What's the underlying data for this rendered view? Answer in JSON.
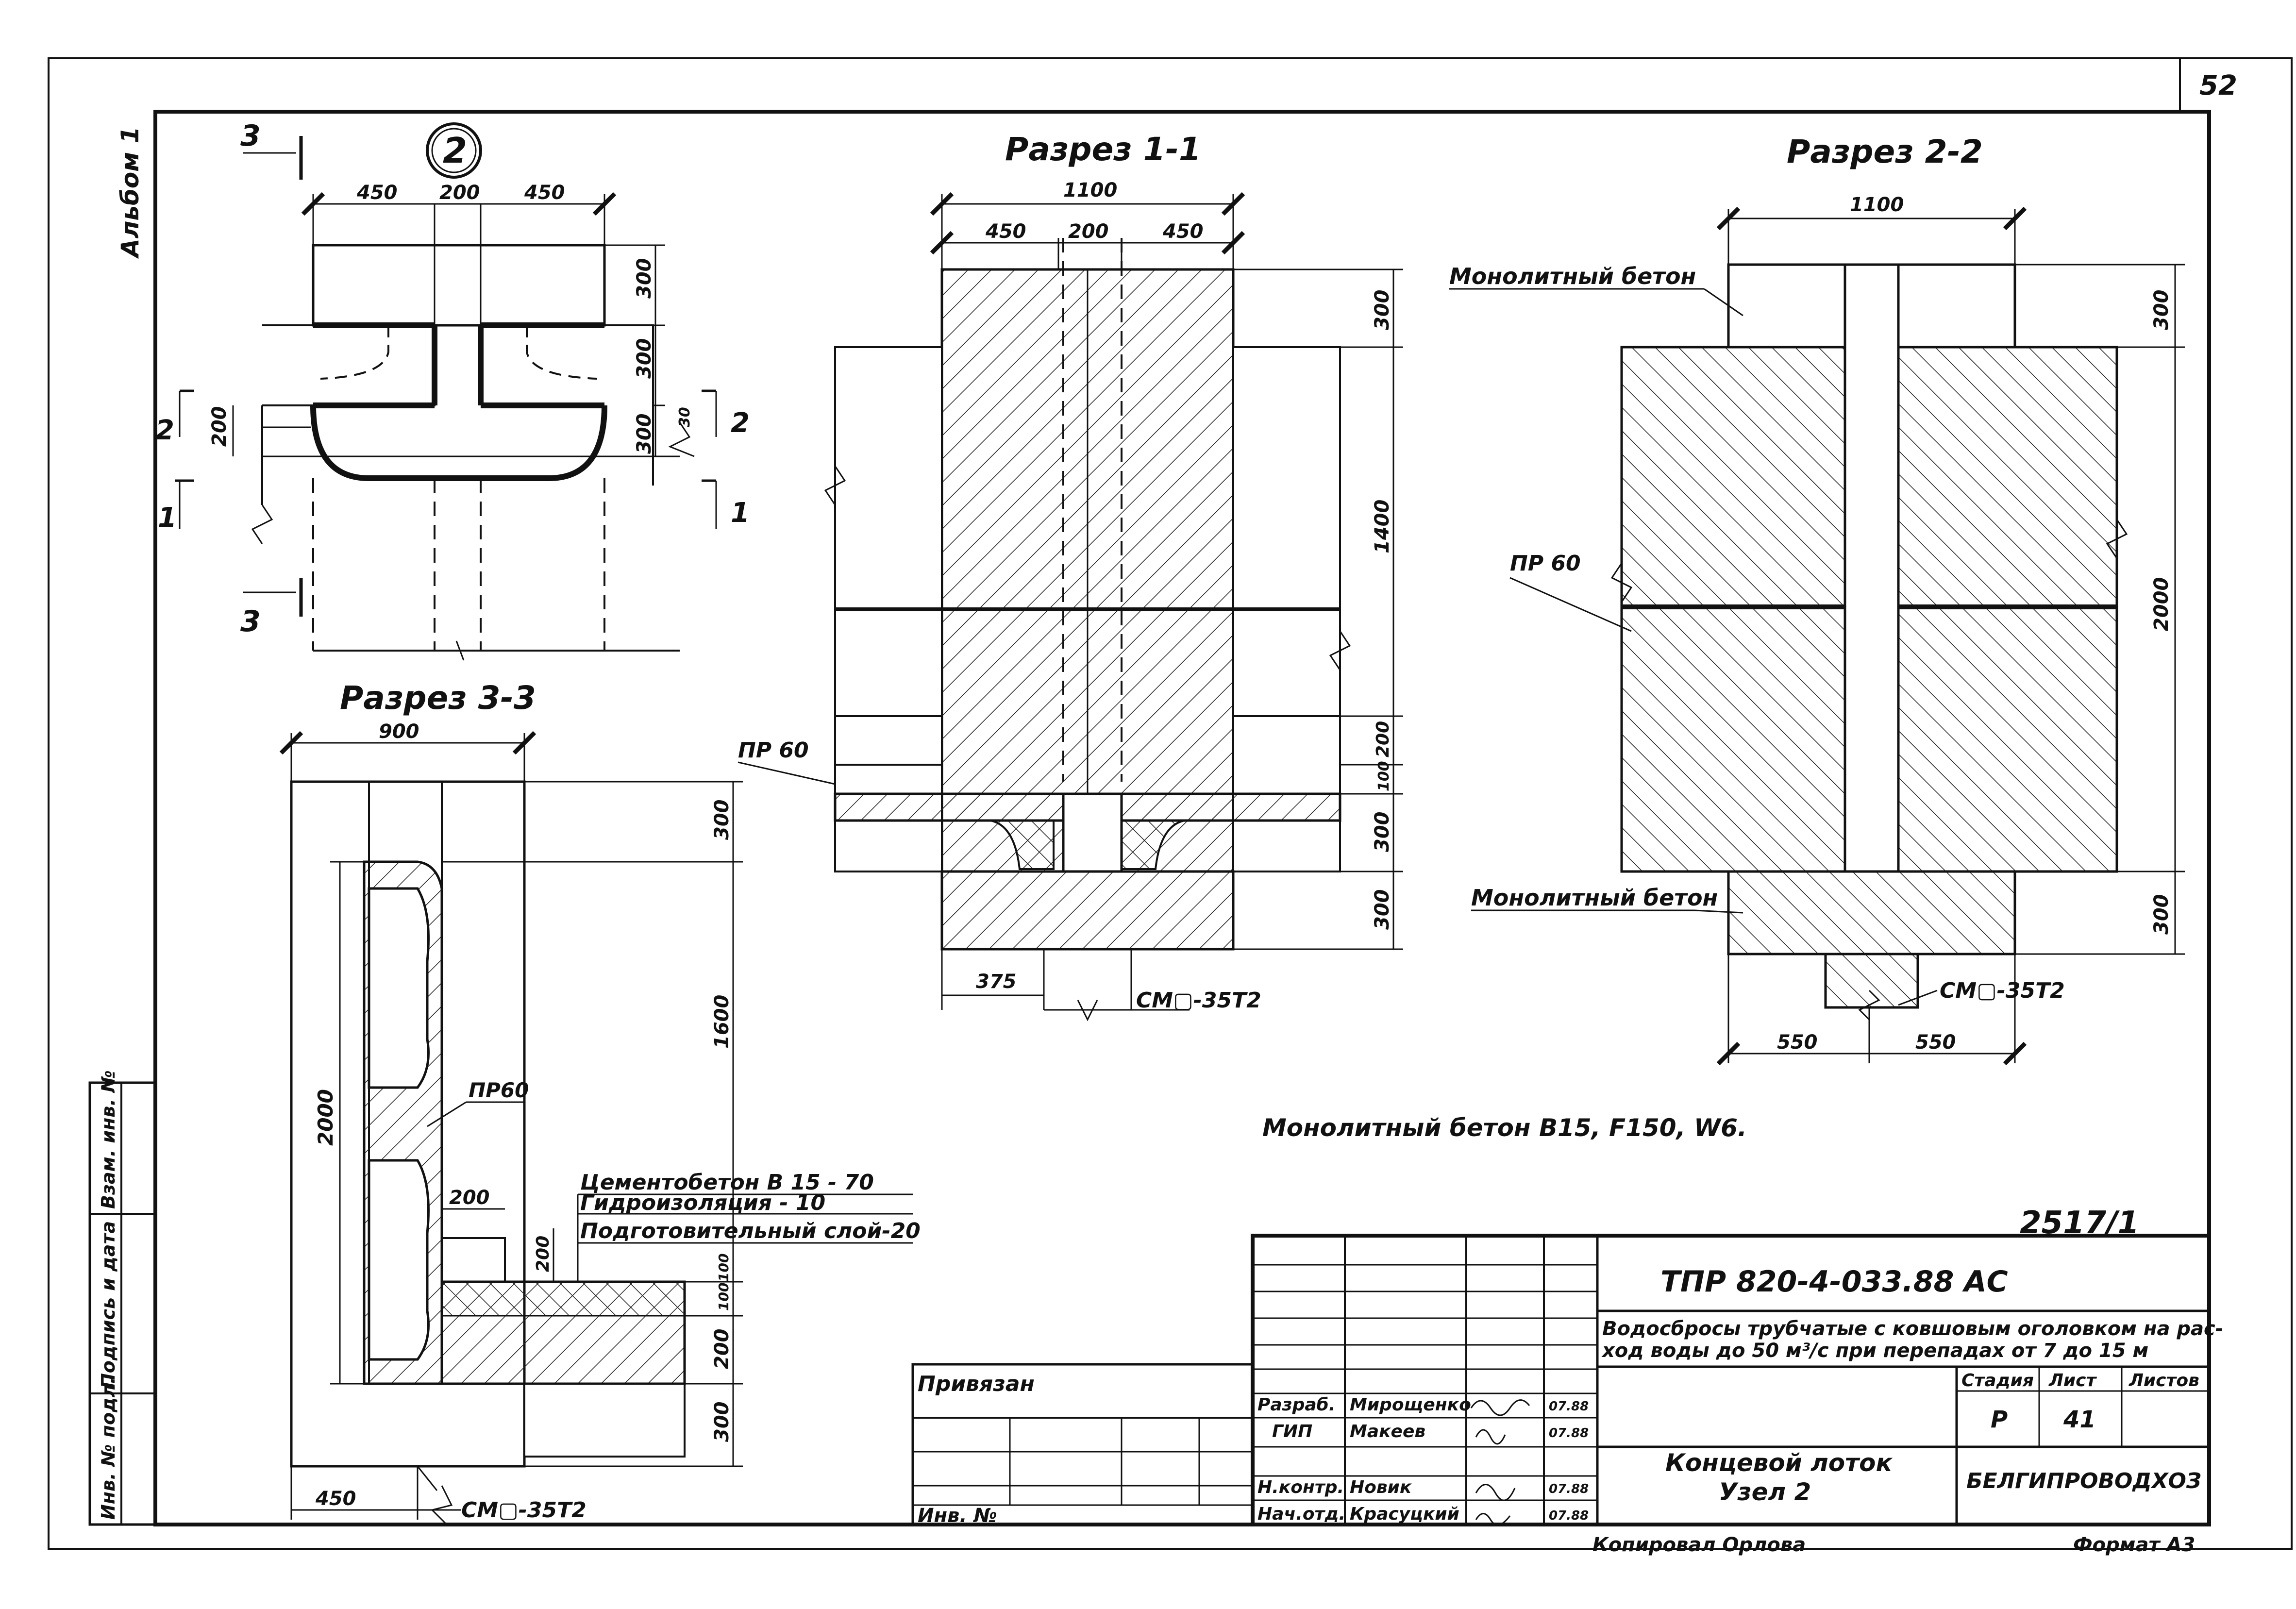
{
  "sheet": {
    "page_number": "52",
    "album": "Альбом 1",
    "inventory_stamp": "2517/1",
    "copied_by": "Копировал Орлова",
    "format": "Формат А3",
    "side_stamp": [
      "Инв. № подл.",
      "Подпись и дата",
      "Взам. инв. №"
    ]
  },
  "plan": {
    "node_id": "2",
    "section_marks": {
      "s3": "3",
      "s2": "2",
      "s1": "1"
    },
    "dims_top": [
      "450",
      "200",
      "450"
    ],
    "dims_right": [
      "300",
      "300",
      "300",
      "30"
    ],
    "dim_left": "200"
  },
  "section11": {
    "title": "Разрез 1-1",
    "dim_total": "1100",
    "dims_top": [
      "450",
      "200",
      "450"
    ],
    "dims_right": [
      "300",
      "1400",
      "200",
      "100",
      "300",
      "300"
    ],
    "dim_bottom": "375",
    "label_pr": "ПР 60",
    "label_cm": "СМ▢-35Т2"
  },
  "section22": {
    "title": "Разрез 2-2",
    "dim_total": "1100",
    "dims_right": [
      "300",
      "2000",
      "300"
    ],
    "dims_bottom": [
      "550",
      "550"
    ],
    "label_concrete_top": "Монолитный бетон",
    "label_concrete_bottom": "Монолитный бетон",
    "label_pr": "ПР 60",
    "label_cm": "СМ▢-35Т2"
  },
  "section33": {
    "title": "Разрез 3-3",
    "dim_width": "900",
    "dim_height": "2000",
    "dims_right": [
      "300",
      "1600",
      "100",
      "100",
      "200",
      "300"
    ],
    "dim_inner_h": "200",
    "dim_inner_v": "200",
    "dim_bottom": "450",
    "label_pr": "ПР60",
    "label_cm": "СМ▢-35Т2",
    "layers": [
      "Цементобетон В 15 - 70",
      "Гидроизоляция - 10",
      "Подготовительный слой-20"
    ]
  },
  "note": "Монолитный бетон В15, F150, W6.",
  "title_block": {
    "doc_code": "ТПР 820-4-033.88 АС",
    "project_line1": "Водосбросы трубчатые с ковшовым оголовком на рас-",
    "project_line2": "ход воды до 50 м³/с при перепадах от 7 до 15 м",
    "stage_label": "Стадия",
    "sheet_label": "Лист",
    "sheets_label": "Листов",
    "stage_value": "Р",
    "sheet_value": "41",
    "drawing_line1": "Концевой лоток",
    "drawing_line2": "Узел 2",
    "organization": "БЕЛГИПРОВОДХОЗ",
    "bound_label": "Привязан",
    "inv_label": "Инв. №",
    "roles": [
      {
        "role": "Разраб.",
        "name": "Мирощенко",
        "date": "07.88"
      },
      {
        "role": "ГИП",
        "name": "Макеев",
        "date": "07.88"
      },
      {
        "role": "Н.контр.",
        "name": "Новик",
        "date": "07.88"
      },
      {
        "role": "Нач.отд.",
        "name": "Красуцкий",
        "date": "07.88"
      }
    ]
  }
}
